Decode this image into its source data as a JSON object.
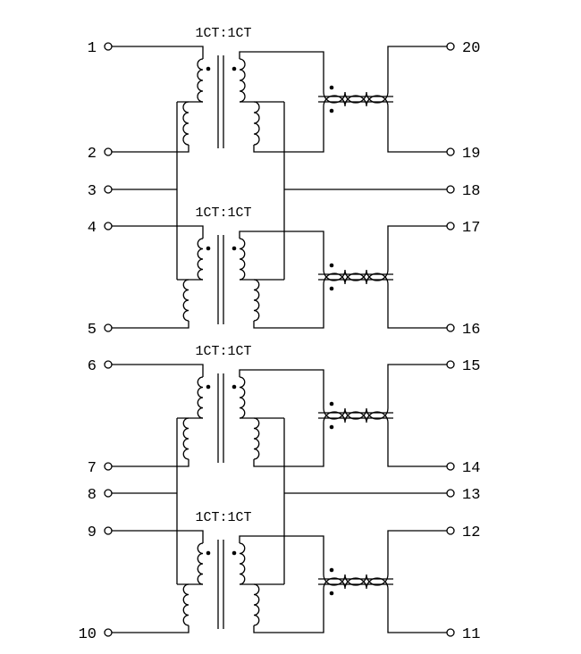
{
  "diagram": {
    "kind": "transformer-schematic",
    "colors": {
      "line": "#000000",
      "background": "#ffffff"
    },
    "transformers": [
      {
        "label": "1CT:1CT"
      },
      {
        "label": "1CT:1CT"
      },
      {
        "label": "1CT:1CT"
      },
      {
        "label": "1CT:1CT"
      }
    ],
    "pins": {
      "left": [
        "1",
        "2",
        "3",
        "4",
        "5",
        "6",
        "7",
        "8",
        "9",
        "10"
      ],
      "right": [
        "20",
        "19",
        "18",
        "17",
        "16",
        "15",
        "14",
        "13",
        "12",
        "11"
      ]
    }
  }
}
